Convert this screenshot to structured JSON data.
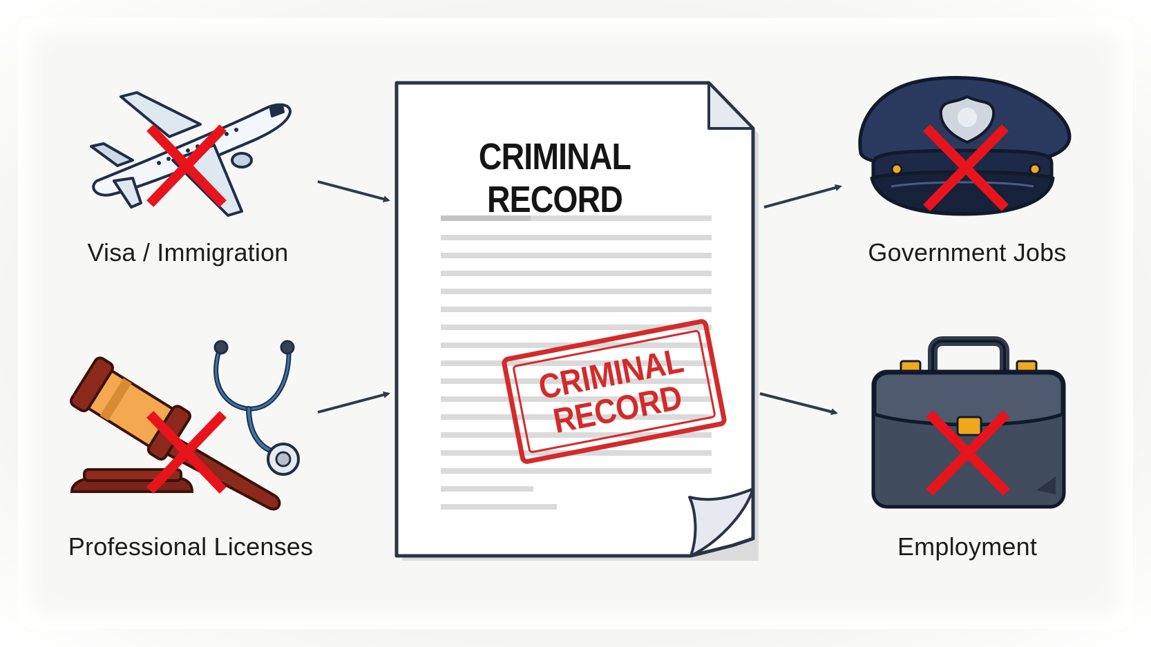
{
  "document": {
    "title": "CRIMINAL RECORD",
    "stamp_line1": "CRIMINAL",
    "stamp_line2": "RECORD"
  },
  "consequences": [
    {
      "label": "Visa / Immigration",
      "icon": "airplane-icon"
    },
    {
      "label": "Professional Licenses",
      "icon": "gavel-stethoscope-icon"
    },
    {
      "label": "Government Jobs",
      "icon": "police-cap-icon"
    },
    {
      "label": "Employment",
      "icon": "briefcase-icon"
    }
  ],
  "colors": {
    "cross": "#e8141b",
    "stamp": "#d42a2a",
    "navy": "#1f2d4a",
    "arrow": "#2e3a4c"
  }
}
